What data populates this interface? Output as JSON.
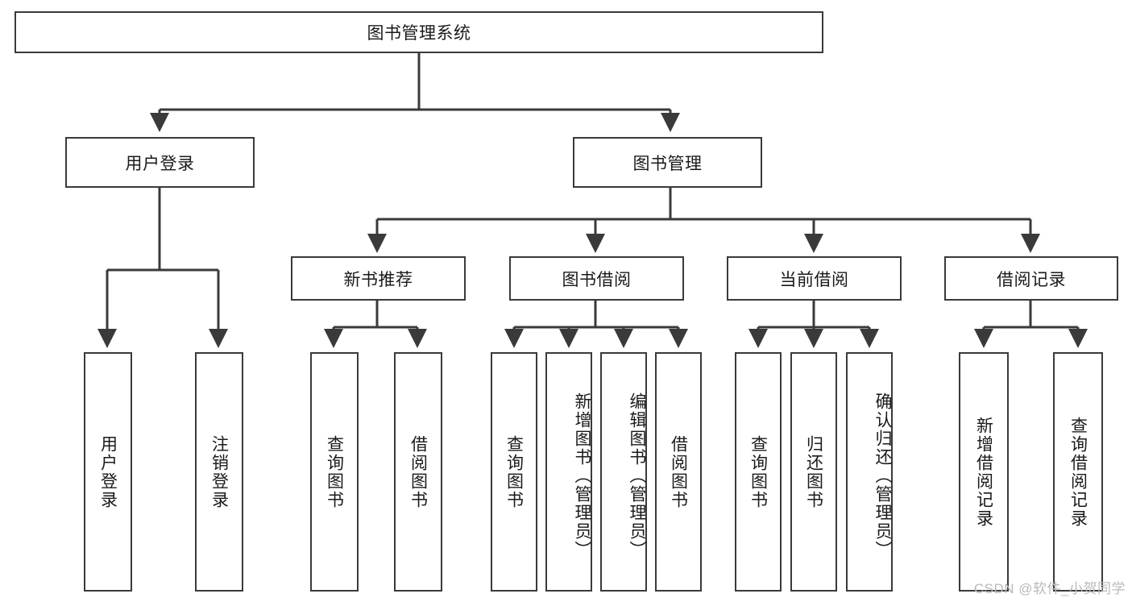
{
  "diagram": {
    "type": "tree",
    "title": "图书管理系统",
    "root": {
      "label": "图书管理系统"
    },
    "level2": [
      {
        "label": "用户登录"
      },
      {
        "label": "图书管理"
      }
    ],
    "level3": [
      {
        "label": "新书推荐"
      },
      {
        "label": "图书借阅"
      },
      {
        "label": "当前借阅"
      },
      {
        "label": "借阅记录"
      }
    ],
    "leaves": {
      "user_login": [
        {
          "label": "用户登录"
        },
        {
          "label": "注销登录"
        }
      ],
      "new_book_recommend": [
        {
          "label": "查询图书"
        },
        {
          "label": "借阅图书"
        }
      ],
      "book_borrow": [
        {
          "label": "查询图书"
        },
        {
          "label": "新增图书（管理员）"
        },
        {
          "label": "编辑图书（管理员）"
        },
        {
          "label": "借阅图书"
        }
      ],
      "current_borrow": [
        {
          "label": "查询图书"
        },
        {
          "label": "归还图书"
        },
        {
          "label": "确认归还（管理员）"
        }
      ],
      "borrow_record": [
        {
          "label": "新增借阅记录"
        },
        {
          "label": "查询借阅记录"
        }
      ]
    }
  },
  "watermark": {
    "text": "CSDN @软件_小贺同学"
  },
  "colors": {
    "border": "#3a3a3a",
    "background": "#ffffff",
    "text": "#1a1a1a",
    "watermark": "#b9b9b9"
  }
}
